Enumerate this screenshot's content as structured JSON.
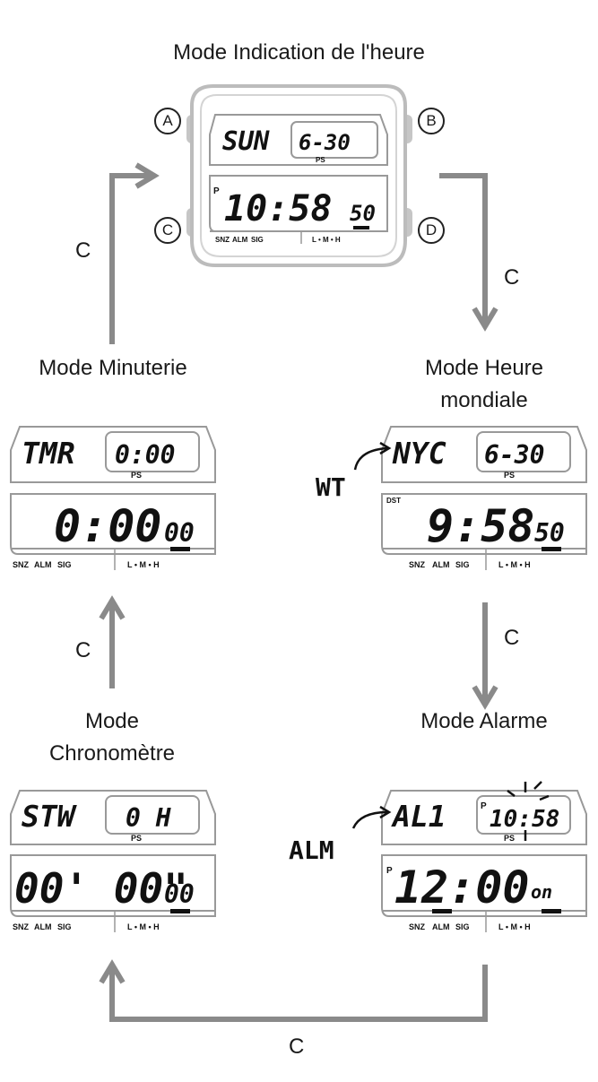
{
  "titles": {
    "timekeeping": "Mode Indication de l'heure",
    "timer": "Mode Minuterie",
    "world_time_1": "Mode Heure",
    "world_time_2": "mondiale",
    "stopwatch_1": "Mode",
    "stopwatch_2": "Chronomètre",
    "alarm": "Mode Alarme"
  },
  "button_labels": {
    "a": "A",
    "b": "B",
    "c": "C",
    "d": "D"
  },
  "cycle_button": "C",
  "indicators": {
    "snz": "SNZ",
    "alm": "ALM",
    "sig": "SIG",
    "lmh": "L • M • H",
    "ps": "PS"
  },
  "timekeeping_display": {
    "mode": "SUN",
    "date": "6-30",
    "pm": "P",
    "time": "10:58",
    "seconds": "50"
  },
  "world_time_display": {
    "city": "NYC",
    "date": "6-30",
    "dst": "DST",
    "time": "9:58",
    "seconds": "50",
    "annotation": "WT"
  },
  "timer_display": {
    "mode": "TMR",
    "preset": "0:00",
    "time": "0:00",
    "seconds": "00"
  },
  "stopwatch_display": {
    "mode": "STW",
    "laps": "0 H",
    "time": "00' 00\"",
    "hundredths": "00"
  },
  "alarm_display": {
    "mode": "AL1",
    "pm_top": "P",
    "current_time": "10:58",
    "pm": "P",
    "alarm_time": "12:00",
    "status": "on",
    "annotation": "ALM"
  }
}
